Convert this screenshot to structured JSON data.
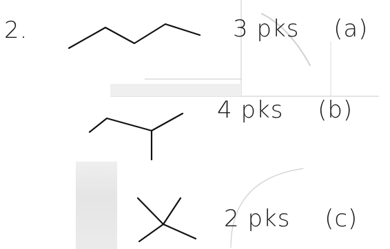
{
  "question": {
    "number": "2."
  },
  "items": [
    {
      "peaks_label": "3 pks",
      "letter": "(a)"
    },
    {
      "peaks_label": "4 pks",
      "letter": "(b)"
    },
    {
      "peaks_label": "2 pks",
      "letter": "(c)"
    }
  ],
  "colors": {
    "ink": "#1a1a1a",
    "paper": "#ffffff",
    "bleed": "#dcdcdc"
  }
}
